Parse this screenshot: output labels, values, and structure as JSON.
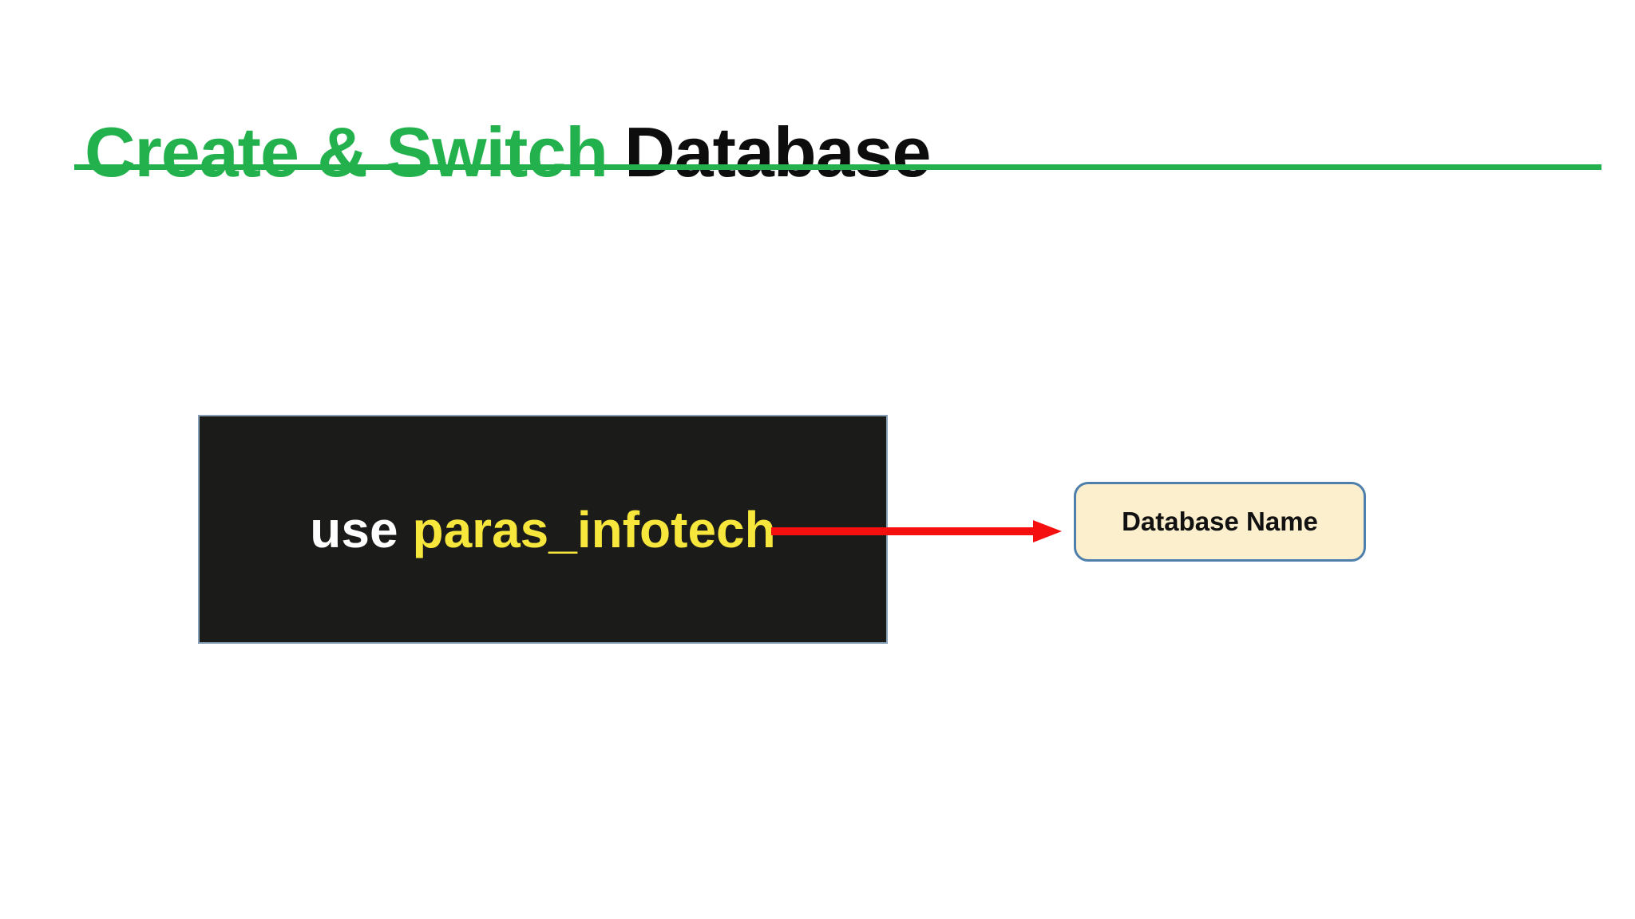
{
  "slide": {
    "title": {
      "highlight": "Create & Switch",
      "rest": "Database"
    },
    "command": {
      "keyword": "use",
      "argument": "paras_infotech"
    },
    "callout": {
      "label": "Database Name"
    }
  },
  "colors": {
    "accent_green": "#23B14D",
    "title_black": "#0D0D0D",
    "code_box_bg": "#1B1B19",
    "code_box_border": "#87A0B8",
    "keyword_white": "#FFFFFF",
    "argument_yellow": "#F7E63B",
    "arrow_red": "#F50F0F",
    "callout_bg": "#FBEFCD",
    "callout_border": "#4E7FAC",
    "callout_text": "#111111"
  }
}
